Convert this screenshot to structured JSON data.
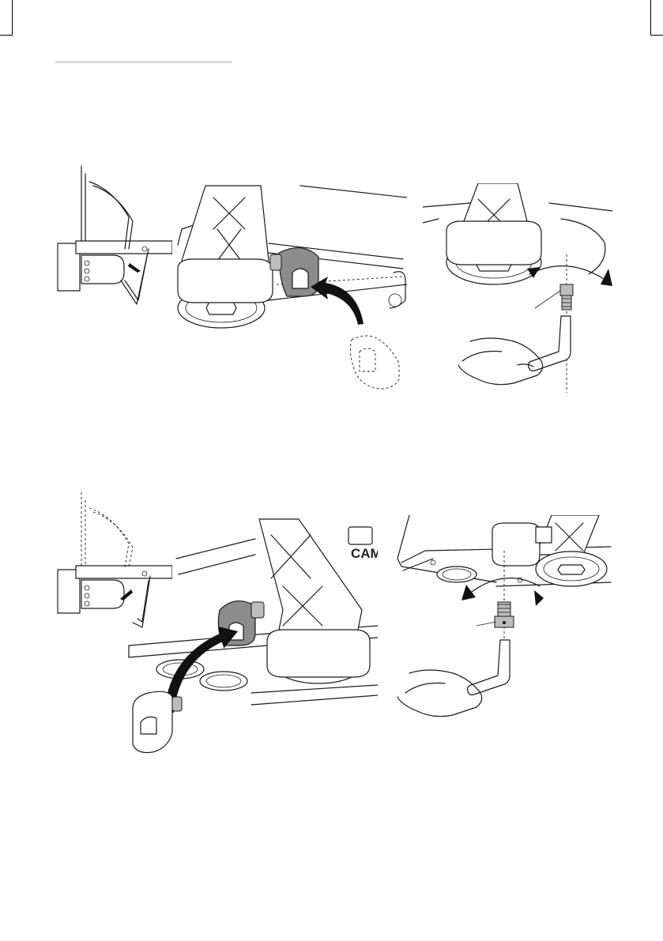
{
  "figures": {
    "step1": {
      "panels": [
        "overview",
        "bracket-removal",
        "screw-tightening"
      ]
    },
    "step2": {
      "panels": [
        "overview",
        "bracket-insertion",
        "screw-tightening"
      ]
    },
    "brand_logo": "CAME"
  },
  "colors": {
    "line": "#1a1a1a",
    "highlight": "#8c8c8c",
    "header_rule": "#d9d9d9"
  }
}
